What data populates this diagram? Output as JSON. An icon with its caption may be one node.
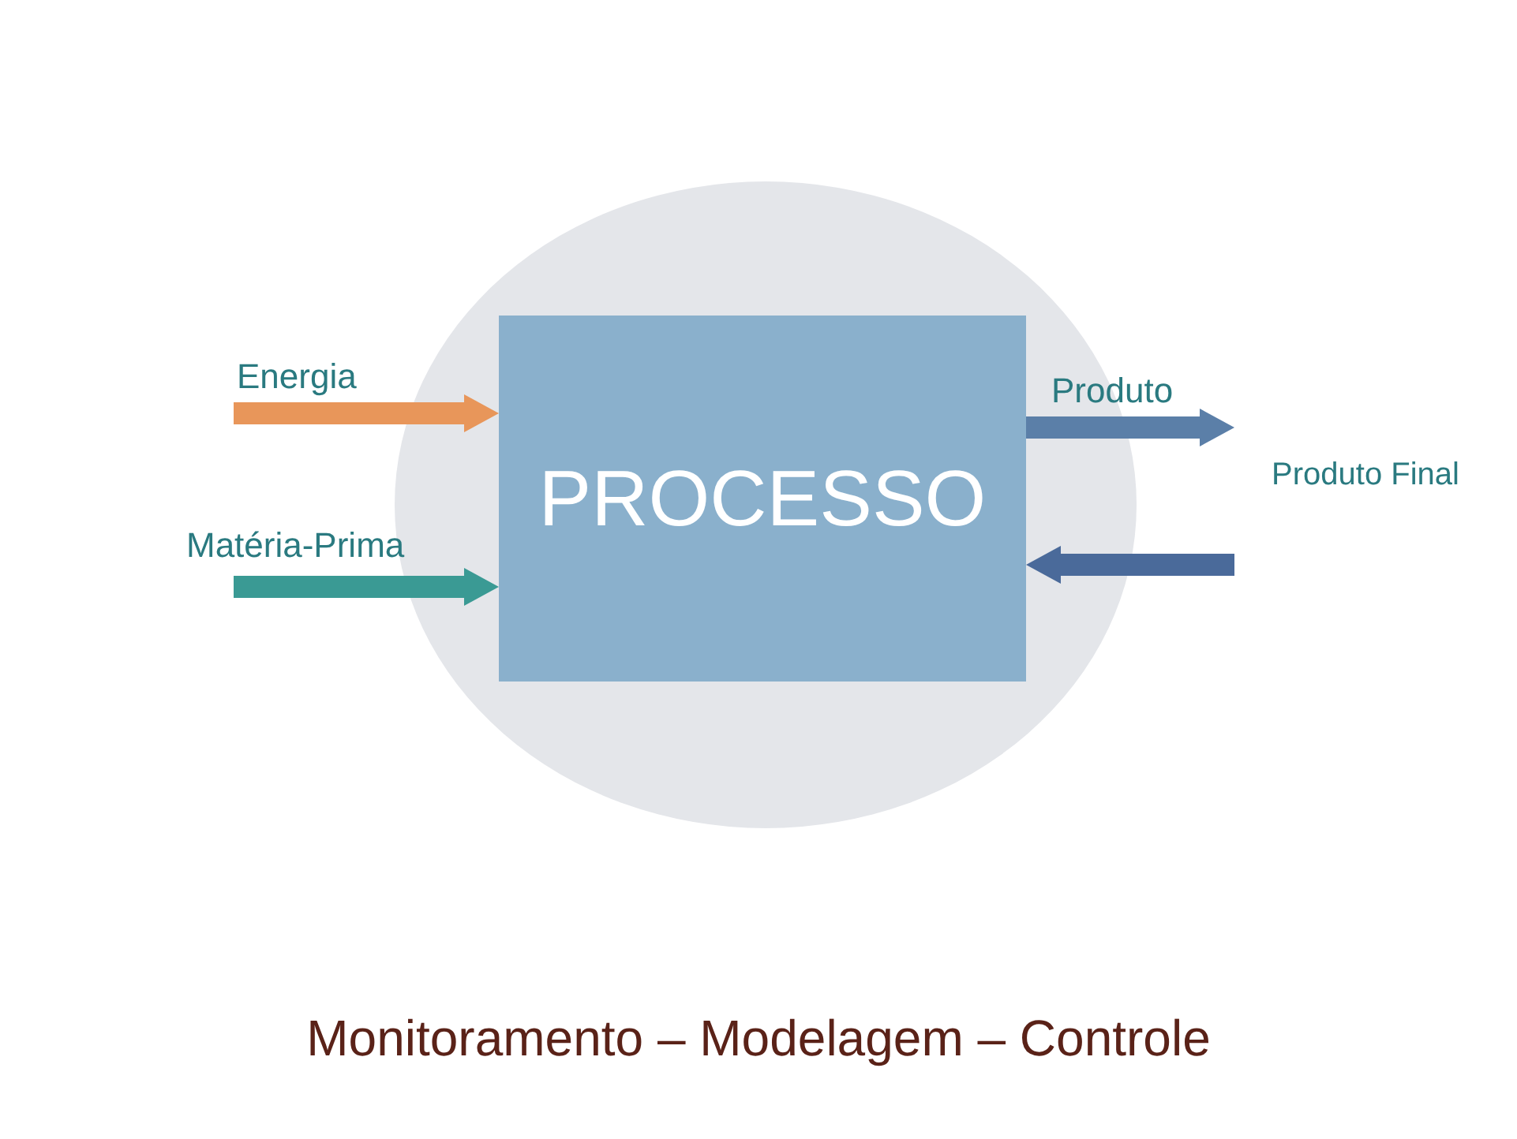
{
  "diagram": {
    "caption": "Monitoramento – Modelagem – Controle",
    "nodes": [
      {
        "text": [],
        "shape": "circle"
      },
      {
        "text": [
          "PROCESSO"
        ],
        "in": 0
      }
    ],
    "edges": [
      {
        "from": null,
        "to": 1,
        "arrow": "to",
        "label": "Energia",
        "color": "#e8965a"
      },
      {
        "from": null,
        "to": 1,
        "arrow": "to",
        "label": "Matéria-Prima",
        "color": "#3a9a94"
      },
      {
        "from": 1,
        "to": null,
        "arrow": "to",
        "label": "Produto",
        "color": "#5b7fa8"
      },
      {
        "from": null,
        "to": 1,
        "arrow": "to",
        "color": "#4a6a9a"
      }
    ],
    "labels": [
      "Produto Final"
    ]
  }
}
